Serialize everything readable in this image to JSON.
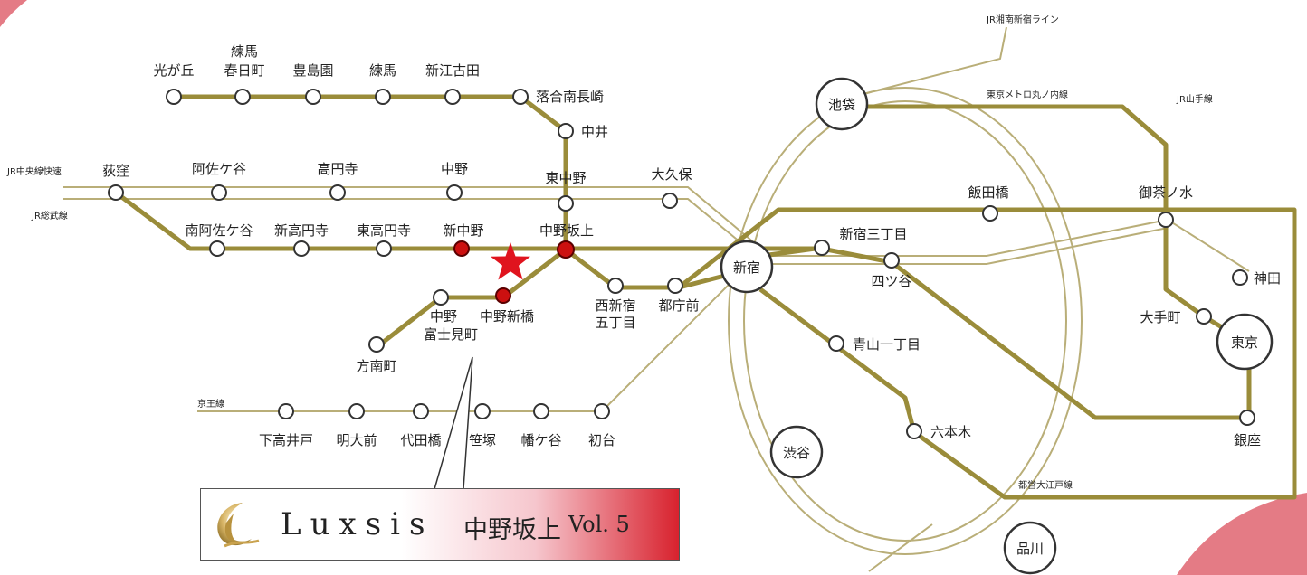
{
  "colors": {
    "line_gold": "#9a8c3a",
    "line_thin": "#b9ae78",
    "station_fill": "#ffffff",
    "station_stroke": "#333333",
    "highlight_station": "#cc1010",
    "star": "#e0141e",
    "corner_accent": "#e47b85"
  },
  "line_labels": {
    "jr_shonan_shinjuku": "JR湘南新宿ライン",
    "marunouchi": "東京メトロ丸ノ内線",
    "yamanote": "JR山手線",
    "chuo_rapid": "JR中央線快速",
    "sobu": "JR総武線",
    "keio": "京王線",
    "oedo": "都営大江戸線"
  },
  "stations": {
    "hikarigaoka": "光が丘",
    "nerima_kasugacho": "練馬\n春日町",
    "toshimaen": "豊島園",
    "nerima": "練馬",
    "shin_egota": "新江古田",
    "ochiai_minami_nagasaki": "落合南長崎",
    "nakai": "中井",
    "ogikubo": "荻窪",
    "asagaya": "阿佐ケ谷",
    "koenji": "高円寺",
    "nakano": "中野",
    "higashi_nakano": "東中野",
    "okubo": "大久保",
    "minami_asagaya": "南阿佐ケ谷",
    "shin_koenji": "新高円寺",
    "higashi_koenji": "東高円寺",
    "shin_nakano": "新中野",
    "nakano_sakaue": "中野坂上",
    "nakano_fujimicho": "中野\n富士見町",
    "nakano_shimbashi": "中野新橋",
    "honancho": "方南町",
    "nishi_shinjuku_5": "西新宿\n五丁目",
    "tochomae": "都庁前",
    "shinjuku": "新宿",
    "shinjuku_sanchome": "新宿三丁目",
    "yotsuya": "四ツ谷",
    "iidabashi": "飯田橋",
    "ochanomizu": "御茶ノ水",
    "kanda": "神田",
    "otemachi": "大手町",
    "tokyo": "東京",
    "ginza": "銀座",
    "aoyama_itchome": "青山一丁目",
    "roppongi": "六本木",
    "ikebukuro": "池袋",
    "shibuya": "渋谷",
    "shinagawa": "品川",
    "shimotakaido": "下高井戸",
    "meidaimae": "明大前",
    "daitabashi": "代田橋",
    "sasazuka": "笹塚",
    "hatagaya": "幡ケ谷",
    "hatsudai": "初台"
  },
  "callout": {
    "brand": "Luxsis",
    "area": "中野坂上",
    "volume": "Vol. 5"
  }
}
